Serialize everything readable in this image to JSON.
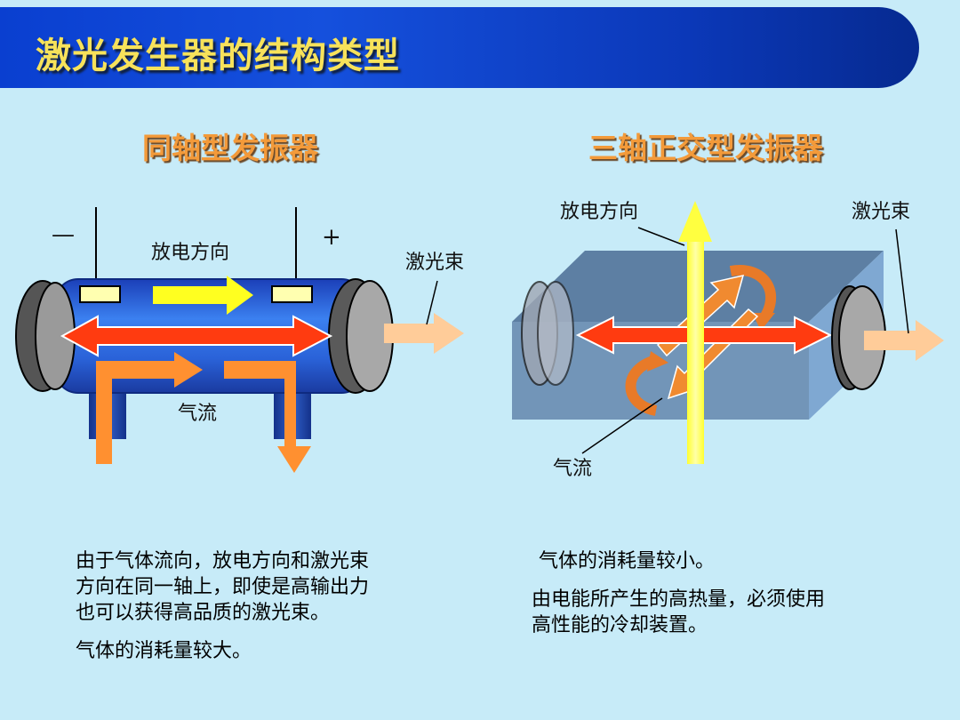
{
  "title": "激光发生器的结构类型",
  "left": {
    "heading": "同轴型发振器",
    "label_minus": "—",
    "label_plus": "+",
    "label_discharge": "放电方向",
    "label_laser": "激光束",
    "label_gas": "气流",
    "description": [
      "由于气体流向，放电方向和激光束",
      "方向在同一轴上，即使是高输出力",
      "也可以获得高品质的激光束。"
    ],
    "note": "气体的消耗量较大。"
  },
  "right": {
    "heading": "三轴正交型发振器",
    "label_discharge": "放电方向",
    "label_laser": "激光束",
    "label_gas": "气流",
    "note": "气体的消耗量较小。",
    "description": [
      "由电能所产生的高热量，必须使用",
      "高性能的冷却装置。"
    ]
  },
  "colors": {
    "background": "#c7ebf8",
    "title_bar": "#0b3fd0",
    "title_text": "#f7e25a",
    "heading": "#f39a3a",
    "laser_red": "#ff3b10",
    "discharge_yellow": "#ffff50",
    "gas_orange": "#ff8f30",
    "laser_out": "#ffcc99",
    "tube_blue": "#2f6fe8",
    "box_blue": "#6e8fae"
  }
}
